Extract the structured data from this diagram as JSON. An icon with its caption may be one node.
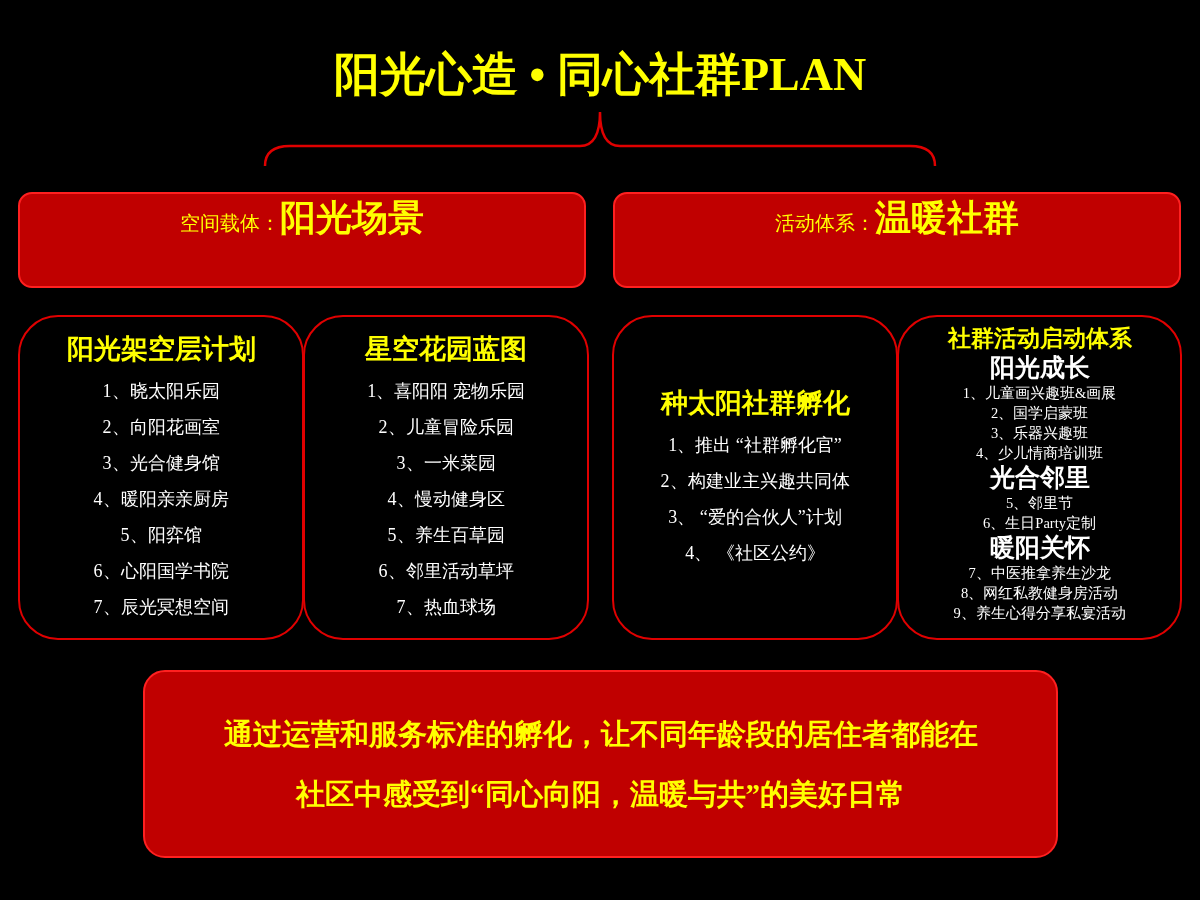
{
  "diagram": {
    "title": "阳光心造 • 同心社群PLAN",
    "nodes": [
      {
        "text": [
          "空间载体：",
          "阳光场景"
        ]
      },
      {
        "text": [
          "活动体系：",
          "温暖社群"
        ]
      },
      {
        "text": [
          "阳光架空层计划",
          "1、晓太阳乐园",
          "2、向阳花画室",
          "3、光合健身馆",
          "4、暖阳亲亲厨房",
          "5、阳弈馆",
          "6、心阳国学书院",
          "7、辰光冥想空间"
        ]
      },
      {
        "text": [
          "星空花园蓝图",
          "1、喜阳阳 宠物乐园",
          "2、儿童冒险乐园",
          "3、一米菜园",
          "4、慢动健身区",
          "5、养生百草园",
          "6、邻里活动草坪",
          "7、热血球场"
        ]
      },
      {
        "text": [
          "种太阳社群孵化",
          "1、推出 “社群孵化官”",
          "2、构建业主兴趣共同体",
          "3、 “爱的合伙人”计划",
          "4、 《社区公约》"
        ]
      },
      {
        "text": [
          "社群活动启动体系",
          "阳光成长",
          "1、儿童画兴趣班&画展",
          "2、国学启蒙班",
          "3、乐器兴趣班",
          "4、少儿情商培训班",
          "光合邻里",
          "5、邻里节",
          "6、生日Party定制",
          "暖阳关怀",
          "7、中医推拿养生沙龙",
          "8、网红私教健身房活动",
          "9、养生心得分享私宴活动"
        ]
      },
      {
        "text": [
          "通过运营和服务标准的孵化，让不同年龄段的居住者都能在社区中感受到“同心向阳，温暖与共”的美好日常"
        ]
      }
    ],
    "edges": []
  }
}
